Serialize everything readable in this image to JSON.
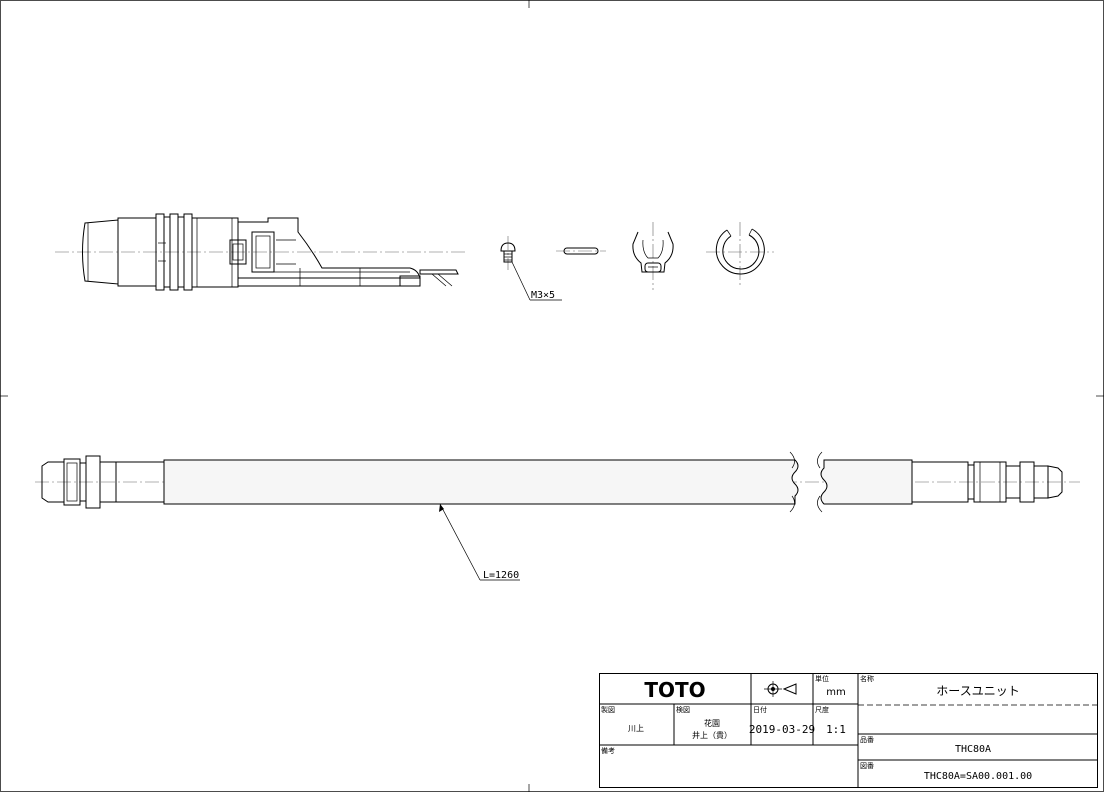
{
  "drawing": {
    "callouts": {
      "screw": "M3×5",
      "length": "L=1260"
    }
  },
  "title_block": {
    "brand": "TOTO",
    "unit_label": "単位",
    "unit_value": "mm",
    "name_label": "名称",
    "name_value": "ホースユニット",
    "drawn_label": "製図",
    "drawn_value": "川上",
    "checked_label": "検図",
    "checked_value_1": "花園",
    "checked_value_2": "井上（貴）",
    "date_label": "日付",
    "date_value": "2019-03-29",
    "scale_label": "尺度",
    "scale_value": "1:1",
    "remarks_label": "備考",
    "part_no_label": "品番",
    "part_no_value": "THC80A",
    "drawing_no_label": "図番",
    "drawing_no_value": "THC80A=SA00.001.00",
    "projection_symbol": "third-angle-projection-icon"
  }
}
